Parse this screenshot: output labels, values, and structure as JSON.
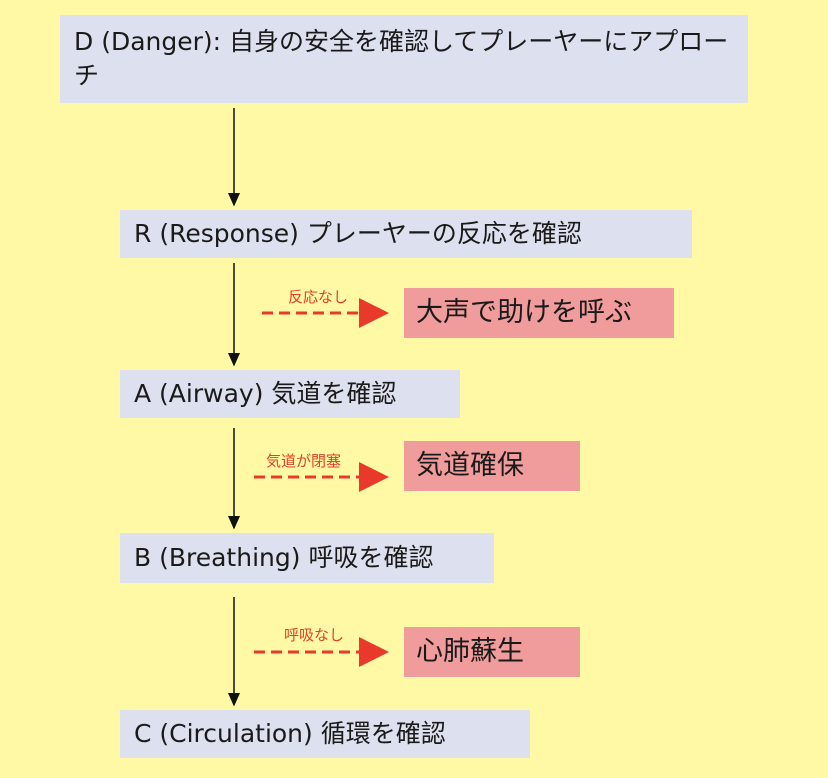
{
  "steps": {
    "d": "D (Danger): 自身の安全を確認してプレーヤーにアプローチ",
    "r": "R (Response) プレーヤーの反応を確認",
    "a": "A (Airway) 気道を確認",
    "b": "B (Breathing) 呼吸を確認",
    "c": "C (Circulation) 循環を確認"
  },
  "actions": [
    {
      "condition": "反応なし",
      "action": "大声で助けを呼ぶ"
    },
    {
      "condition": "気道が閉塞",
      "action": "気道確保"
    },
    {
      "condition": "呼吸なし",
      "action": "心肺蘇生"
    }
  ],
  "colors": {
    "background": "#fff9a6",
    "step": "#dde0ee",
    "action": "#f09c9c",
    "dashed_arrow": "#e8392a"
  }
}
